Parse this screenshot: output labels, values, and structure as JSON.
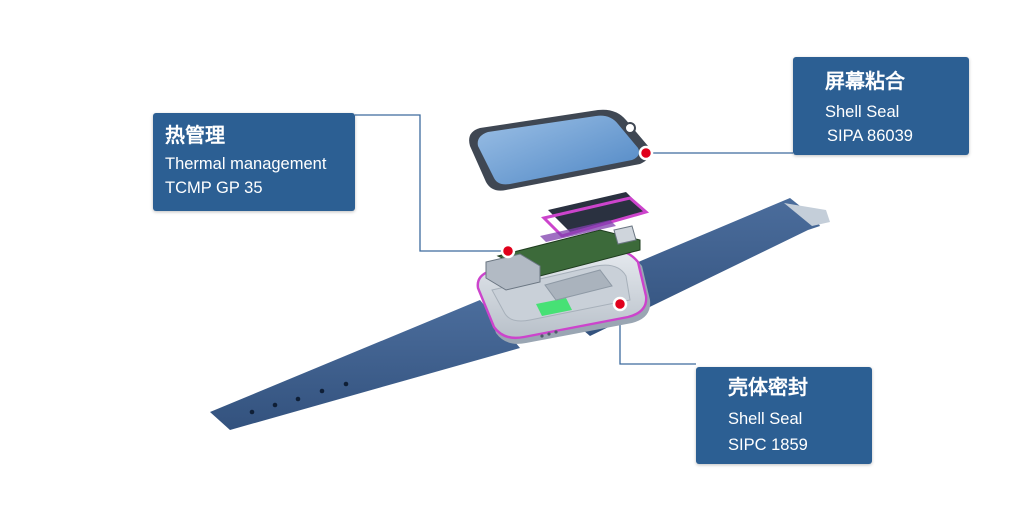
{
  "callouts": {
    "thermal": {
      "title": "热管理",
      "line1": "Thermal management",
      "line2": "TCMP GP 35"
    },
    "screen": {
      "title": "屏幕粘合",
      "line1": "Shell Seal",
      "line2": "SIPA 86039"
    },
    "shell": {
      "title": "壳体密封",
      "line1": "Shell Seal",
      "line2": "SIPC 1859"
    }
  },
  "colors": {
    "callout_bg": "#2c5f93",
    "strap": "#3e5f8e",
    "marker": "#e0001b",
    "seal_line": "#cc44cc"
  }
}
